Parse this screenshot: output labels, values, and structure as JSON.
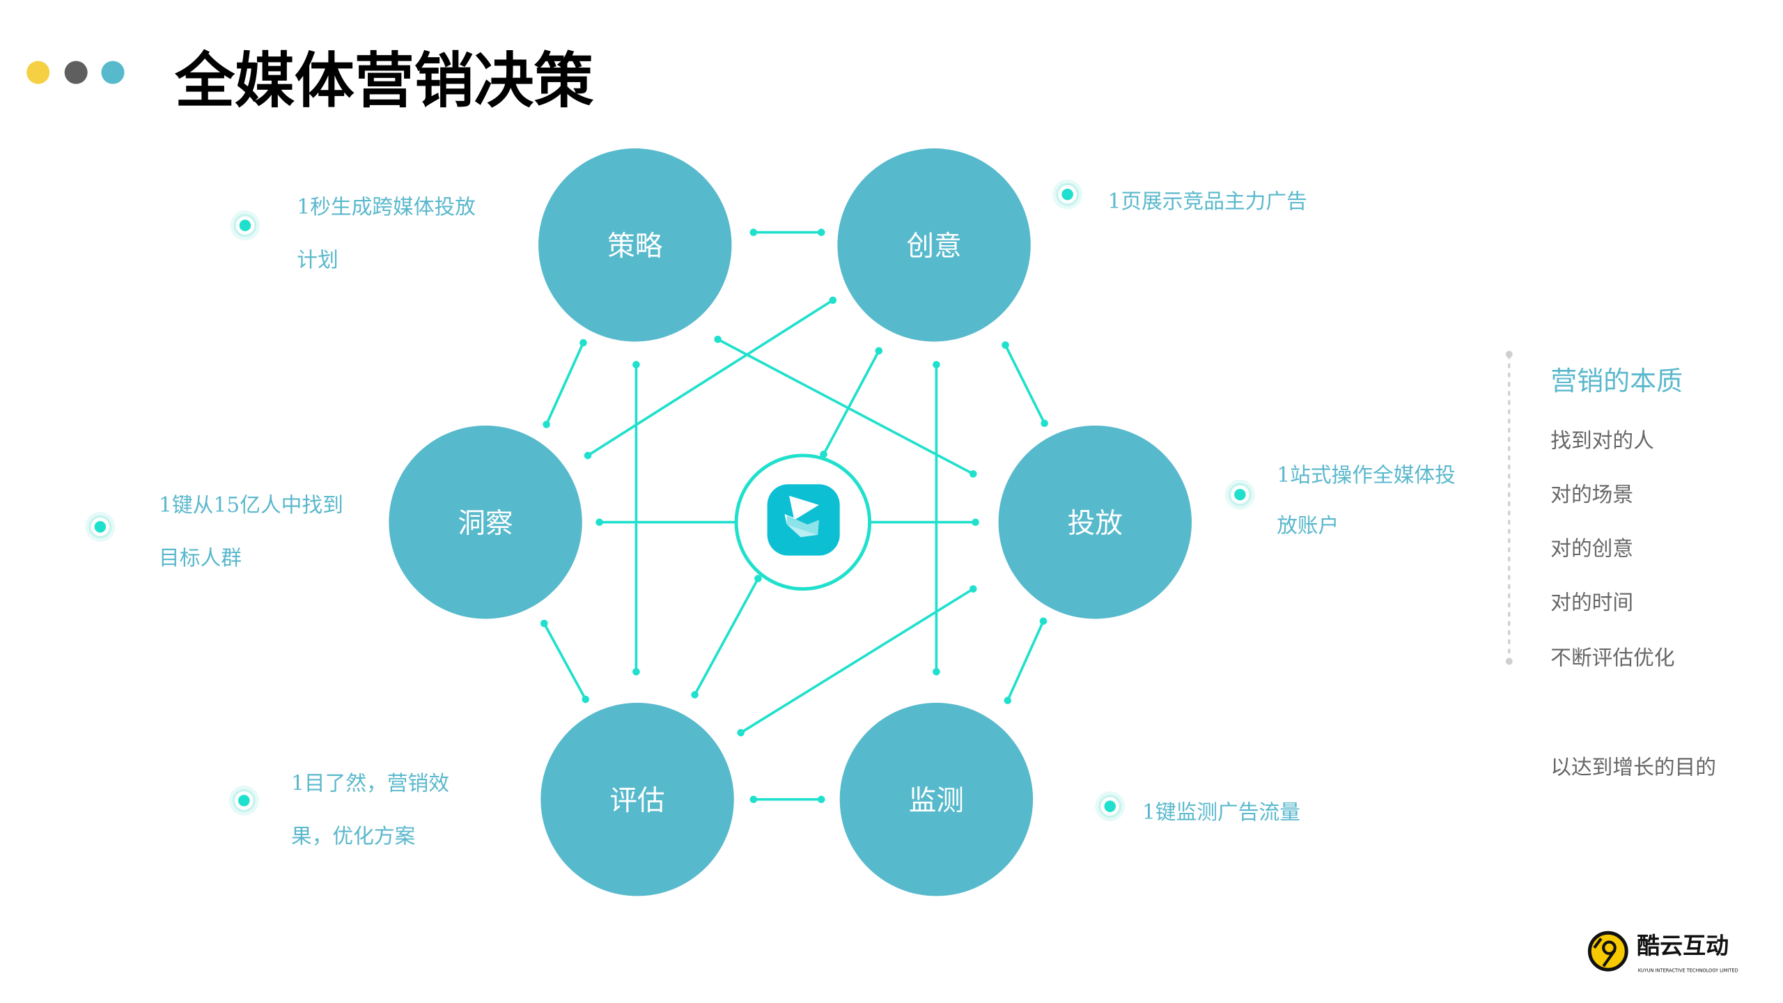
{
  "header": {
    "title": "全媒体营销决策",
    "dot_colors": [
      "#f5d043",
      "#5f5f5f",
      "#56b9cc"
    ]
  },
  "diagram": {
    "center_icon": "app-logo-icon",
    "nodes": [
      {
        "id": "strategy",
        "label": "策略"
      },
      {
        "id": "creative",
        "label": "创意"
      },
      {
        "id": "insight",
        "label": "洞察"
      },
      {
        "id": "delivery",
        "label": "投放"
      },
      {
        "id": "evaluation",
        "label": "评估"
      },
      {
        "id": "monitoring",
        "label": "监测"
      }
    ],
    "bullets": [
      {
        "lines": [
          "1秒生成跨媒体投放",
          "计划"
        ]
      },
      {
        "lines": [
          "1页展示竞品主力广告"
        ]
      },
      {
        "lines": [
          "1键从15亿人中找到",
          "目标人群"
        ]
      },
      {
        "lines": [
          "1站式操作全媒体投",
          "放账户"
        ]
      },
      {
        "lines": [
          "1目了然，营销效",
          "果，优化方案"
        ]
      },
      {
        "lines": [
          "1键监测广告流量"
        ]
      }
    ],
    "colors": {
      "node": "#56b9cc",
      "link": "#1fe0cc",
      "text": "#5ab8cc"
    }
  },
  "panel": {
    "title": "营销的本质",
    "items": [
      "找到对的人",
      "对的场景",
      "对的创意",
      "对的时间",
      "不断评估优化"
    ],
    "conclusion": "以达到增长的目的"
  },
  "logo": {
    "name": "酷云互动",
    "subtitle": "KUYUN INTERACTIVE TECHNOLOGY LIMITED"
  }
}
